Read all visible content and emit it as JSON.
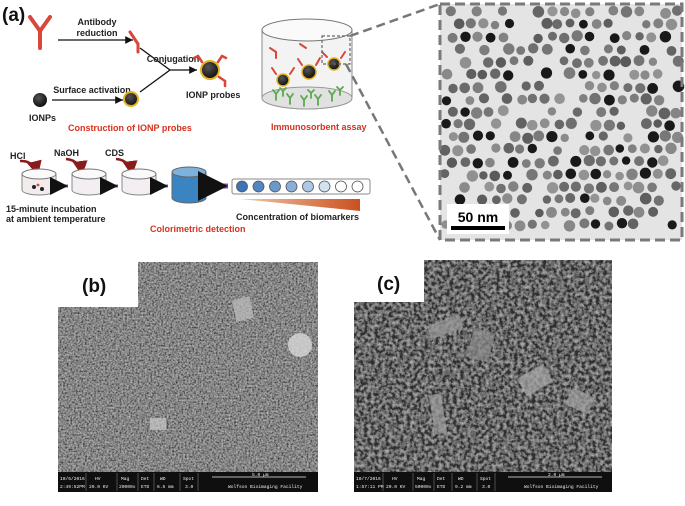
{
  "panel_a": {
    "label": "(a)",
    "antibody_reduction": [
      "Antibody",
      "reduction"
    ],
    "surface_activation": "Surface activation",
    "conjugation": "Conjugation",
    "ionps": "IONPs",
    "ionp_probes": "IONP probes",
    "construction_caption": "Construction of IONP probes",
    "immunosorbent_caption": "Immunosorbent assay",
    "reagents": [
      "HCl",
      "NaOH",
      "CDS"
    ],
    "incubation": [
      "15-minute incubation",
      "at ambient temperature"
    ],
    "concentration_label": "Concentration of biomarkers",
    "colorimetric_caption": "Colorimetric detection",
    "scale_bar": "50 nm",
    "well_colors": [
      "#3d74b8",
      "#5485c2",
      "#6c98cc",
      "#8bafd8",
      "#adc7e4",
      "#d3e1f0",
      "#ffffff",
      "#ffffff"
    ]
  },
  "panel_b": {
    "label": "(b)",
    "info": {
      "date": [
        "10/6/2016",
        "2:49:52PM"
      ],
      "hv": [
        "HV",
        "20.0 KV"
      ],
      "mag": [
        "Mag",
        "20000x"
      ],
      "det": [
        "Det",
        "ETD"
      ],
      "wd": [
        "WD",
        "6.5 mm"
      ],
      "spot": [
        "Spot",
        "3.0"
      ],
      "scale": "5.0 µm",
      "facility": "Wolfson Bioimaging Facility"
    }
  },
  "panel_c": {
    "label": "(c)",
    "info": {
      "date": [
        "10/7/2016",
        "1:57:11 PM"
      ],
      "hv": [
        "HV",
        "20.0 KV"
      ],
      "mag": [
        "Mag",
        "50000x"
      ],
      "det": [
        "Det",
        "ETD"
      ],
      "wd": [
        "WD",
        "9.2 mm"
      ],
      "spot": [
        "Spot",
        "3.0"
      ],
      "scale": "2.0 µm",
      "facility": "Wolfson Bioimaging Facility"
    }
  }
}
